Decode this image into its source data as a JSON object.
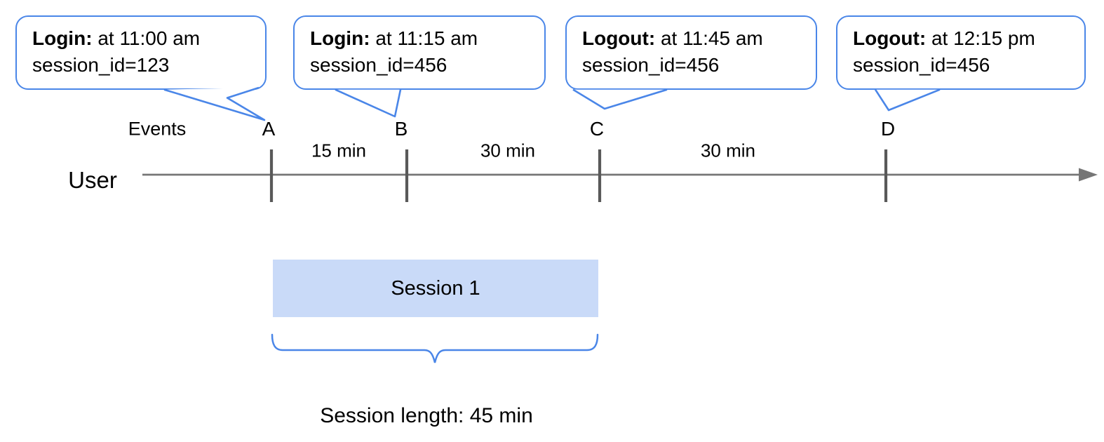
{
  "colors": {
    "accent_blue": "#4a86e8",
    "session_fill": "#c9daf8",
    "timeline_gray": "#767676",
    "tick_gray": "#595959",
    "text_black": "#000000"
  },
  "bubbles": [
    {
      "event": "Login:",
      "time": "at 11:00 am",
      "session_id": "session_id=123",
      "points_to": "A"
    },
    {
      "event": "Login:",
      "time": "at 11:15 am",
      "session_id": "session_id=456",
      "points_to": "B"
    },
    {
      "event": "Logout:",
      "time": "at 11:45 am",
      "session_id": "session_id=456",
      "points_to": "C"
    },
    {
      "event": "Logout:",
      "time": "at 12:15 pm",
      "session_id": "session_id=456",
      "points_to": "D"
    }
  ],
  "timeline": {
    "row_label": "User",
    "events_label": "Events",
    "event_letters": [
      "A",
      "B",
      "C",
      "D"
    ],
    "intervals": [
      "15 min",
      "30 min",
      "30 min"
    ]
  },
  "session": {
    "box_label": "Session 1",
    "length_label": "Session length: 45 min"
  }
}
